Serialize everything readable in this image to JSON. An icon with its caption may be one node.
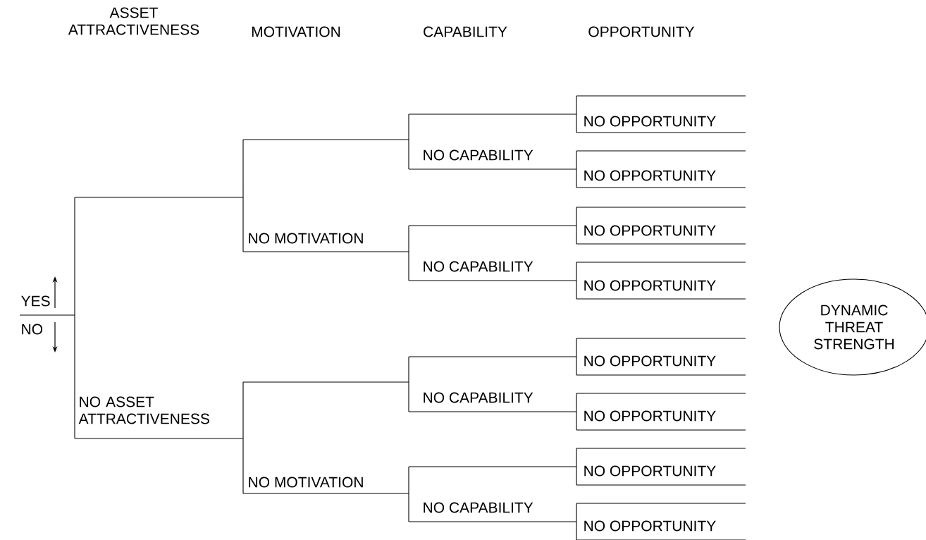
{
  "diagram": {
    "nodes": [
      {
        "text": [
          "DYNAMIC THREAT STRENGTH"
        ]
      }
    ],
    "labels": [
      "ASSET ATTRACTIVENESS",
      "MOTIVATION",
      "CAPABILITY",
      "OPPORTUNITY",
      "NO OPPORTUNITY",
      "NO CAPABILITY",
      "NO OPPORTUNITY",
      "NO OPPORTUNITY",
      "NO MOTIVATION",
      "NO CAPABILITY",
      "NO OPPORTUNITY",
      "YES",
      "NO",
      "NO OPPORTUNITY",
      "NO ASSET ATTRACTIVENESS",
      "NO CAPABILITY",
      "NO OPPORTUNITY",
      "NO OPPORTUNITY",
      "NO MOTIVATION",
      "NO CAPABILITY",
      "NO OPPORTUNITY"
    ]
  }
}
